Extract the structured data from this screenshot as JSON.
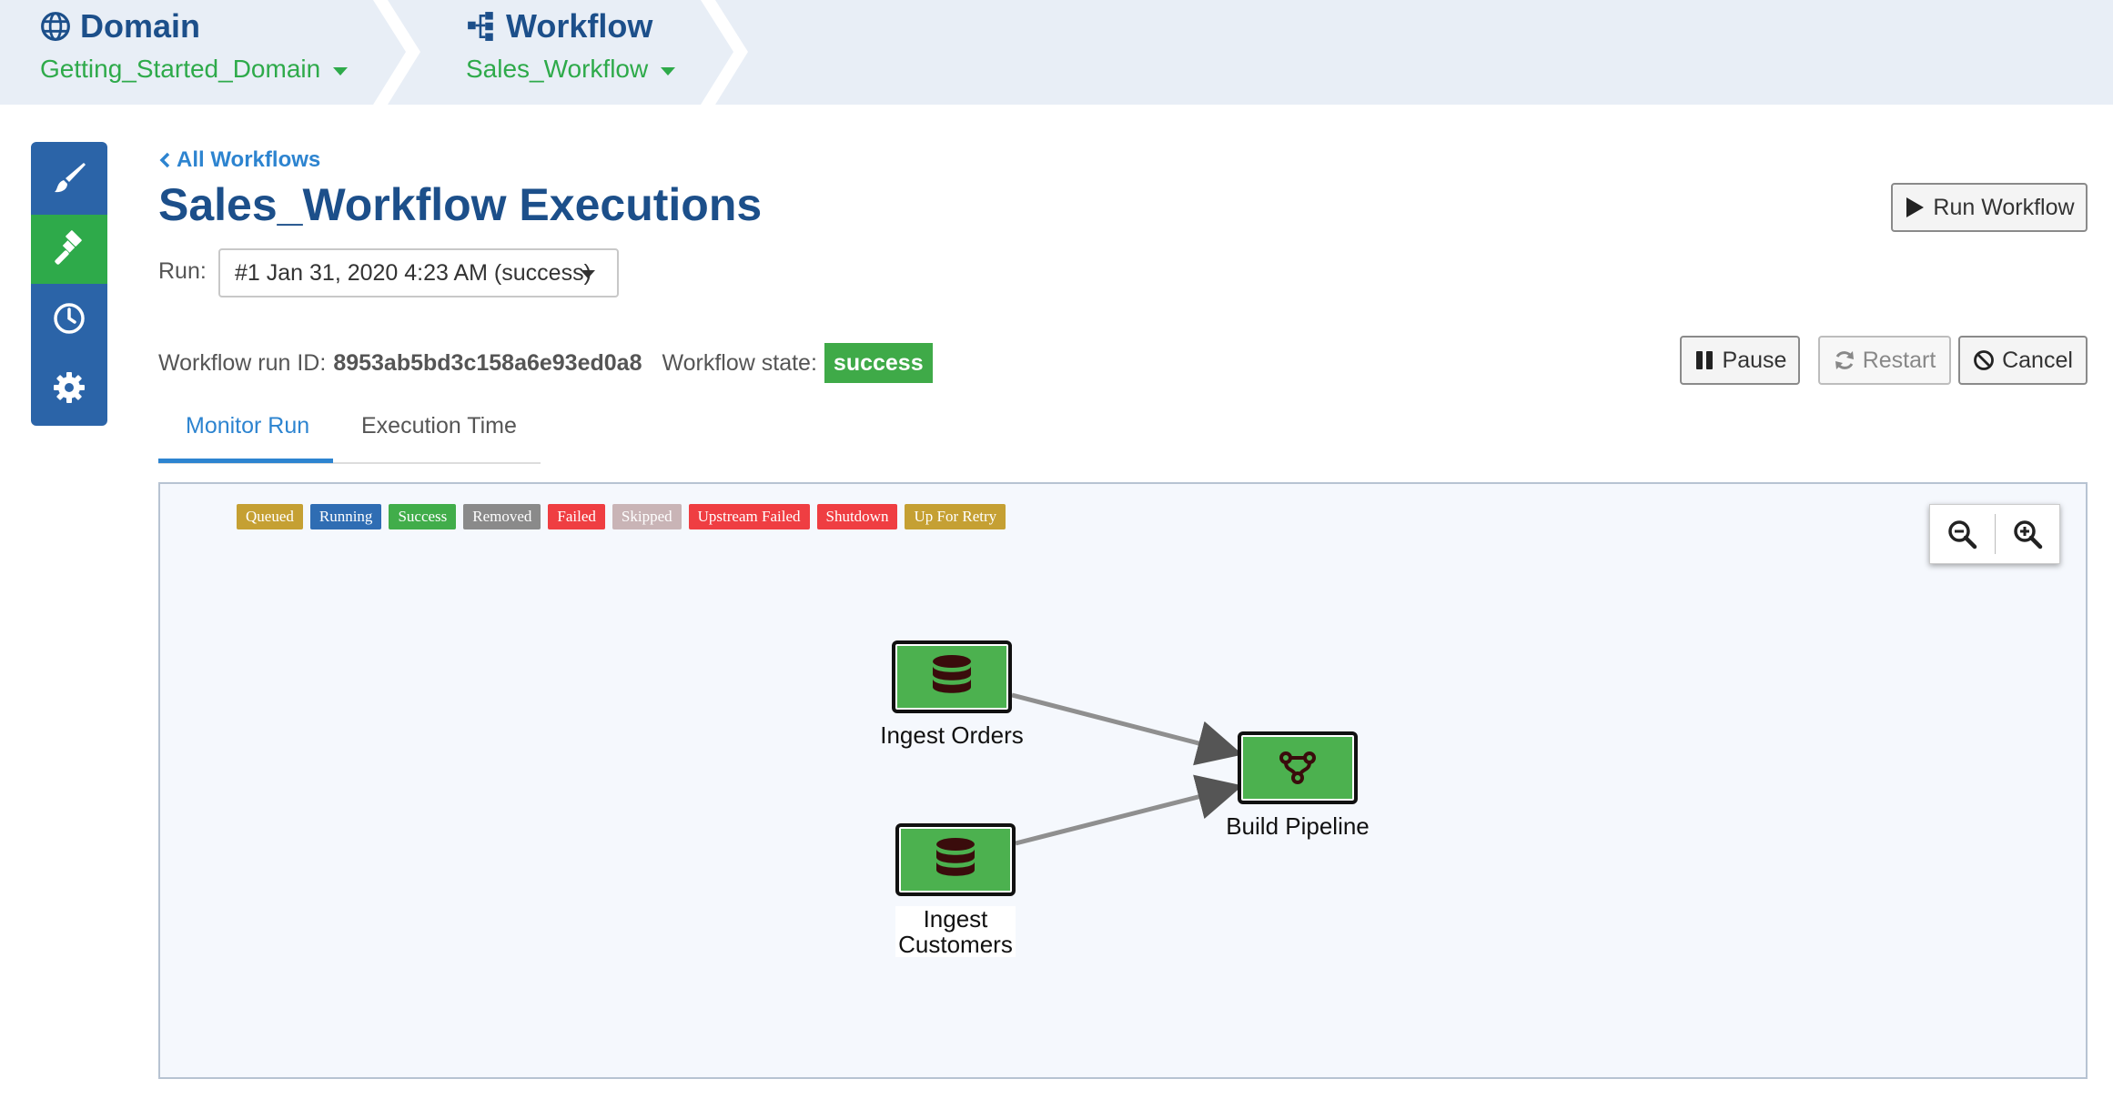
{
  "breadcrumb": {
    "domain": {
      "title": "Domain",
      "value": "Getting_Started_Domain",
      "icon": "globe-icon"
    },
    "workflow": {
      "title": "Workflow",
      "value": "Sales_Workflow",
      "icon": "sitemap-icon"
    }
  },
  "sidenav": {
    "items": [
      {
        "name": "paintbrush-icon",
        "active": false
      },
      {
        "name": "gavel-icon",
        "active": true
      },
      {
        "name": "clock-icon",
        "active": false
      },
      {
        "name": "gear-icon",
        "active": false
      }
    ]
  },
  "header": {
    "back_label": "All Workflows",
    "title": "Sales_Workflow Executions",
    "run_workflow_label": "Run Workflow"
  },
  "run": {
    "label": "Run:",
    "selected": "#1 Jan 31, 2020 4:23 AM (success)"
  },
  "runinfo": {
    "id_label": "Workflow run ID:",
    "id_value": "8953ab5bd3c158a6e93ed0a8",
    "state_label": "Workflow state:",
    "state_value": "success"
  },
  "controls": {
    "pause": "Pause",
    "restart": "Restart",
    "cancel": "Cancel"
  },
  "tabs": [
    {
      "label": "Monitor Run",
      "active": true
    },
    {
      "label": "Execution Time",
      "active": false
    }
  ],
  "legend": [
    {
      "label": "Queued",
      "color": "#c5a033"
    },
    {
      "label": "Running",
      "color": "#2f6db3"
    },
    {
      "label": "Success",
      "color": "#41ad4a"
    },
    {
      "label": "Removed",
      "color": "#8a8a8a"
    },
    {
      "label": "Failed",
      "color": "#ef3e42"
    },
    {
      "label": "Skipped",
      "color": "#c9b4b6"
    },
    {
      "label": "Upstream Failed",
      "color": "#ef3e42"
    },
    {
      "label": "Shutdown",
      "color": "#ef3e42"
    },
    {
      "label": "Up For Retry",
      "color": "#c5a033"
    }
  ],
  "graph": {
    "nodes": [
      {
        "id": "ingest_orders",
        "label": "Ingest Orders",
        "icon": "database-icon",
        "status": "success"
      },
      {
        "id": "ingest_customers",
        "label_line1": "Ingest",
        "label_line2": "Customers",
        "icon": "database-icon",
        "status": "success"
      },
      {
        "id": "build_pipeline",
        "label": "Build Pipeline",
        "icon": "code-branch-icon",
        "status": "success"
      }
    ],
    "edges": [
      {
        "from": "ingest_orders",
        "to": "build_pipeline"
      },
      {
        "from": "ingest_customers",
        "to": "build_pipeline"
      }
    ]
  },
  "colors": {
    "accent_blue": "#1c4f8a",
    "link_blue": "#2d84d0",
    "green": "#2eaa4a",
    "node_green": "#4cb14f"
  }
}
